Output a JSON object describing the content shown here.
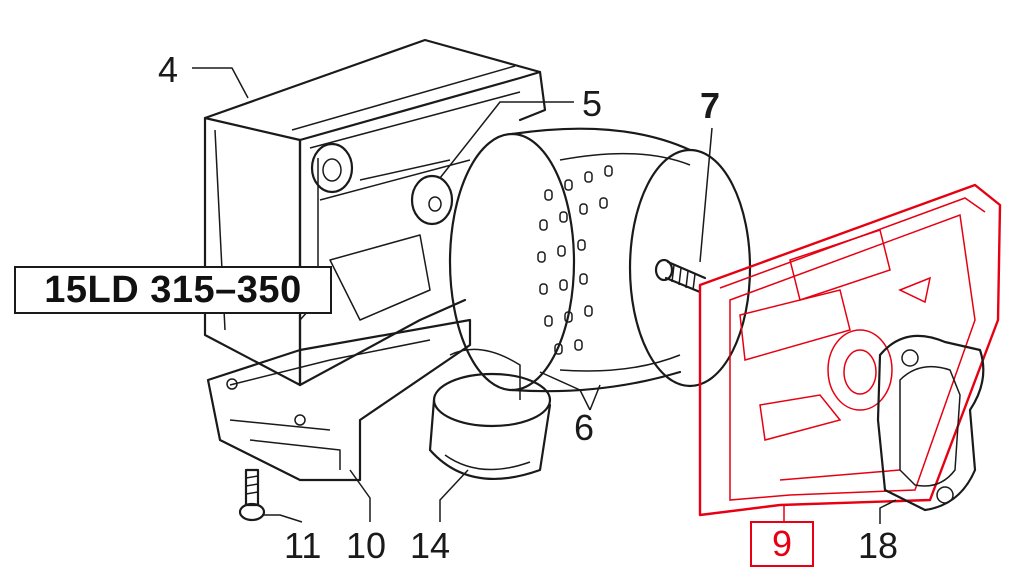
{
  "model_label": "15LD 315–350",
  "highlighted_part": "9",
  "callouts": {
    "c4": "4",
    "c5": "5",
    "c6": "6",
    "c7": "7",
    "c10": "10",
    "c11": "11",
    "c14": "14",
    "c18": "18"
  },
  "colors": {
    "line": "#1a1a1a",
    "highlight": "#e60012"
  }
}
